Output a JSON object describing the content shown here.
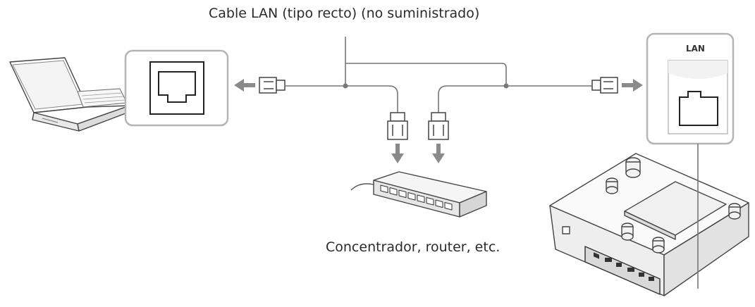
{
  "labels": {
    "cable": "Cable LAN (tipo recto) (no suministrado)",
    "hub": "Concentrador, router, etc.",
    "projector_port": "LAN"
  },
  "colors": {
    "line": "#777777",
    "arrow": "#8a8a8a",
    "box_stroke": "#b5b5b5",
    "port_stroke": "#222222"
  },
  "icons": {
    "computer": "laptop-icon",
    "hub": "network-hub-icon",
    "projector": "projector-icon",
    "connector": "rj45-plug-icon",
    "port": "ethernet-port-icon"
  }
}
